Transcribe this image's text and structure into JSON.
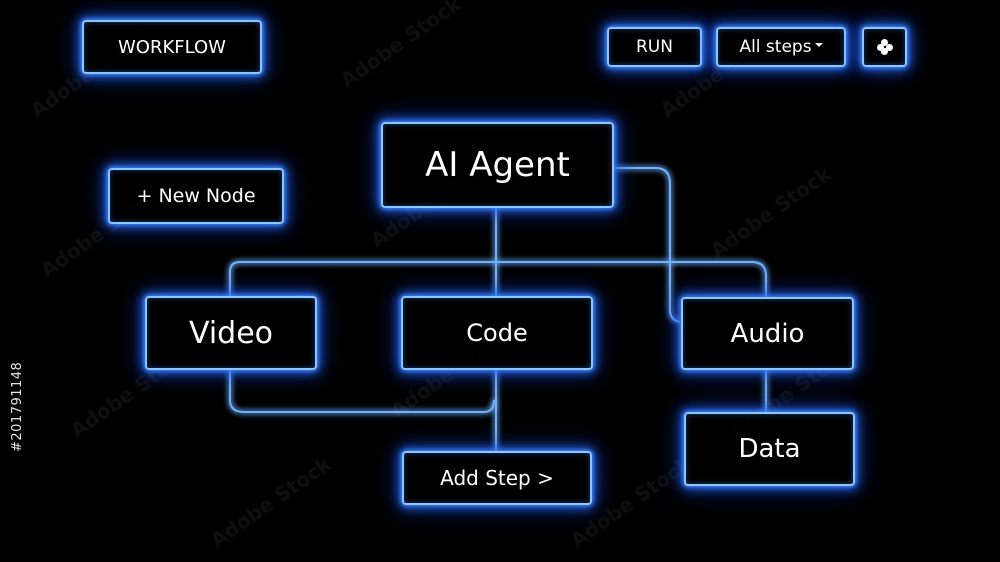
{
  "toolbar": {
    "workflow_label": "WORKFLOW",
    "run_label": "RUN",
    "steps_filter": "All steps",
    "settings_icon": "clover-icon",
    "new_node_label": "+ New Node"
  },
  "nodes": {
    "agent": "AI Agent",
    "video": "Video",
    "code": "Code",
    "audio": "Audio",
    "data": "Data",
    "add_step": "Add Step >"
  },
  "watermark": {
    "text": "Adobe Stock",
    "id": "#201791148"
  },
  "colors": {
    "background": "#000000",
    "glow": "#3f8bff",
    "border": "#8ec5ff",
    "text": "#ffffff"
  }
}
